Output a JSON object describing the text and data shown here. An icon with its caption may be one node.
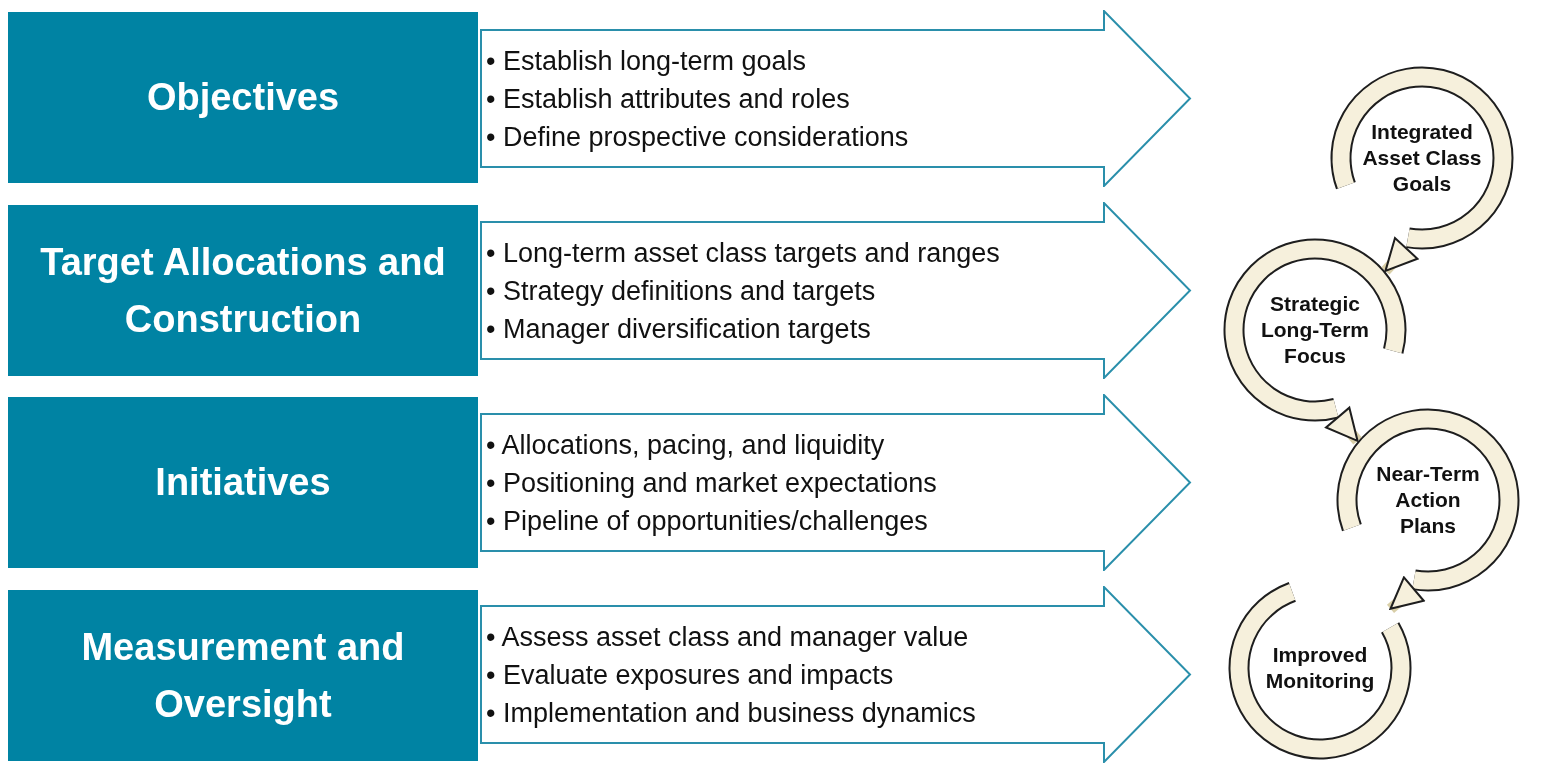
{
  "diagram": {
    "nodes": [
      {
        "text": [
          "Objectives"
        ]
      },
      {
        "text": [
          "Target Allocations and Construction"
        ]
      },
      {
        "text": [
          "Initiatives"
        ]
      },
      {
        "text": [
          "Measurement and Oversight"
        ]
      },
      {
        "text": [
          "• Establish long-term goals",
          "• Establish attributes and roles",
          "• Define prospective considerations"
        ]
      },
      {
        "text": [
          "• Long-term asset class targets and ranges",
          "• Strategy definitions and targets",
          "• Manager diversification targets"
        ]
      },
      {
        "text": [
          "• Allocations, pacing, and liquidity",
          "• Positioning and market expectations",
          "• Pipeline of opportunities/challenges"
        ]
      },
      {
        "text": [
          "• Assess asset class and manager value",
          "• Evaluate exposures and impacts",
          "• Implementation and business dynamics"
        ]
      },
      {
        "text": [
          "Integrated Asset Class Goals"
        ]
      },
      {
        "text": [
          "Strategic Long-Term Focus"
        ]
      },
      {
        "text": [
          "Near-Term Action Plans"
        ]
      },
      {
        "text": [
          "Improved Monitoring"
        ]
      }
    ],
    "edges": [
      {
        "from": 8,
        "to": 9,
        "arrow": "to"
      },
      {
        "from": 9,
        "to": 10,
        "arrow": "to"
      },
      {
        "from": 10,
        "to": 11,
        "arrow": "to"
      }
    ]
  }
}
